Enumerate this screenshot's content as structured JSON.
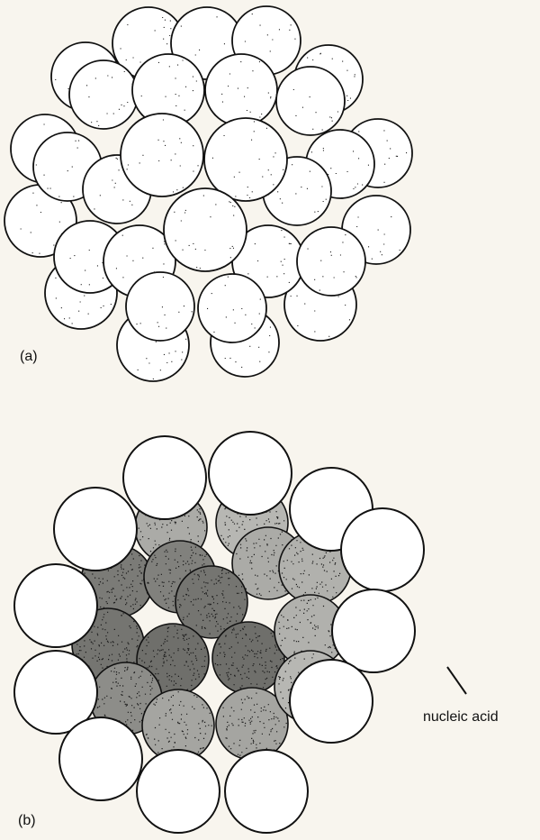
{
  "panels": [
    {
      "label": "(a)"
    },
    {
      "label": "(b)"
    }
  ],
  "callout": {
    "text": "nucleic acid"
  },
  "colors": {
    "paper": "#f8f5ee",
    "outline": "#111111",
    "dot": "#222222",
    "fill": "#ffffff"
  }
}
